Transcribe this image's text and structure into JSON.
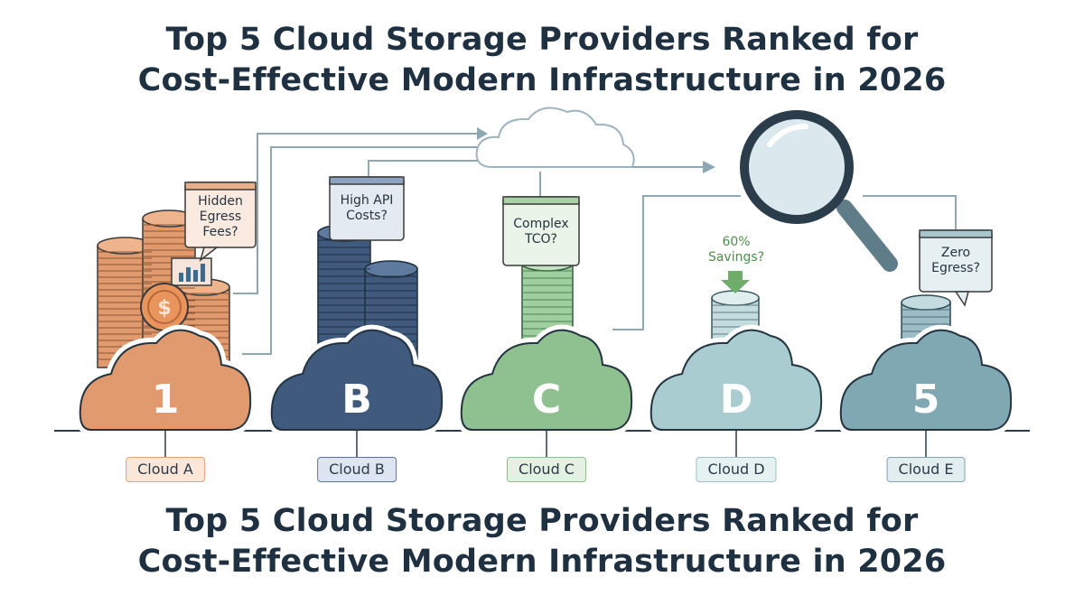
{
  "title": {
    "line1": "Top 5 Cloud Storage Providers Ranked for",
    "line2": "Cost-Effective Modern Infrastructure in 2026"
  },
  "bottom_title": {
    "line1": "Top 5 Cloud Storage Providers Ranked for",
    "line2": "Cost-Effective Modern Infrastructure in 2026"
  },
  "providers": [
    {
      "badge": "1",
      "label": "Cloud A",
      "color": "#e09a6e",
      "tag_bg": "#fbe6d7",
      "tag_border": "#e2a27a"
    },
    {
      "badge": "B",
      "label": "Cloud B",
      "color": "#3f5a7d",
      "tag_bg": "#dde6f0",
      "tag_border": "#5b7599"
    },
    {
      "badge": "C",
      "label": "Cloud C",
      "color": "#8fc190",
      "tag_bg": "#e4f1e2",
      "tag_border": "#8fbf8e"
    },
    {
      "badge": "D",
      "label": "Cloud D",
      "color": "#a9ccd0",
      "tag_bg": "#e6f1f2",
      "tag_border": "#9cc1c6"
    },
    {
      "badge": "5",
      "label": "Cloud E",
      "color": "#7fa8b3",
      "tag_bg": "#e2edf0",
      "tag_border": "#7fa3ad"
    }
  ],
  "callouts": {
    "a": [
      "Hidden",
      "Egress",
      "Fees?"
    ],
    "b": [
      "High API",
      "Costs?"
    ],
    "c": [
      "Complex",
      "TCO?"
    ],
    "d": [
      "60%",
      "Savings?"
    ],
    "e": [
      "Zero",
      "Egress?"
    ]
  },
  "icons": {
    "dollar": "dollar-coin-icon",
    "magnifier": "magnifying-glass-icon",
    "down_arrow": "down-arrow-icon",
    "chart": "mini-chart-icon"
  },
  "coin_symbol": "$"
}
